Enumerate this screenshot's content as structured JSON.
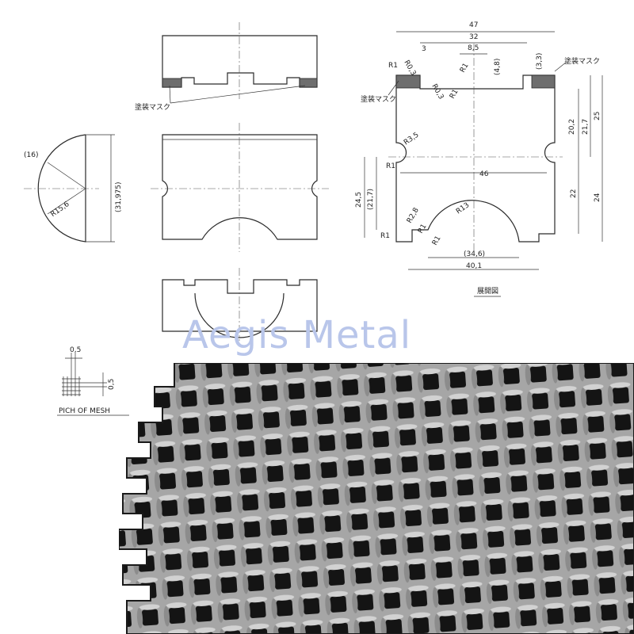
{
  "watermark": "Aegis Metal",
  "labels": {
    "mask_left": "塗装マスク",
    "mask_right_top": "塗装マスク",
    "mask_right_left": "塗装マスク",
    "development": "展開図",
    "pitch": "PICH OF MESH"
  },
  "dims": {
    "d47": "47",
    "d32": "32",
    "d3": "3",
    "d8_5": "8,5",
    "d4_8": "(4,8)",
    "d3_3": "(3,3)",
    "r0_3a": "R0,3",
    "r0_3b": "R0,3",
    "r1a": "R1",
    "r1b": "R1",
    "r1c": "R1",
    "d20_2": "20,2",
    "d21_7": "21,7",
    "d25": "25",
    "r3_5": "R3,5",
    "r1d": "R1",
    "d46": "46",
    "d24_5": "24,5",
    "d21_7b": "(21,7)",
    "d22": "22",
    "d24": "24",
    "r13": "R13",
    "r2_8": "R2,8",
    "r1e": "R1",
    "r1f": "R1",
    "r1g": "R1",
    "d34_6": "(34,6)",
    "d40_1": "40,1",
    "d16": "(16)",
    "r15_6": "R15,6",
    "d31_975": "(31,975)",
    "p05a": "0,5",
    "p05b": "0,5"
  },
  "colors": {
    "mesh_wire": "#9a9a9a",
    "mesh_hole": "#1a1a1a",
    "watermark": "#b9c6ea"
  }
}
